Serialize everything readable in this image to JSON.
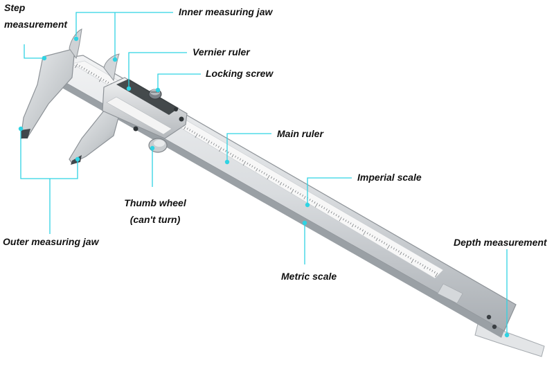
{
  "labels": {
    "step_line1": "Step",
    "step_line2": "measurement",
    "inner_jaw": "Inner measuring jaw",
    "vernier": "Vernier ruler",
    "locking": "Locking screw",
    "main_ruler": "Main ruler",
    "imperial": "Imperial scale",
    "thumb_line1": "Thumb wheel",
    "thumb_line2": "(can't turn)",
    "outer_jaw": "Outer measuring jaw",
    "metric": "Metric scale",
    "depth": "Depth measurement"
  },
  "colors": {
    "leader": "#2fd3e3",
    "steel_light": "#e6e8ea",
    "steel_mid": "#c3c7cb",
    "steel_dark": "#8d9297",
    "screw": "#2f3437"
  },
  "icons": [
    "caliper-illustration",
    "locking-screw-icon",
    "thumb-wheel-icon"
  ]
}
